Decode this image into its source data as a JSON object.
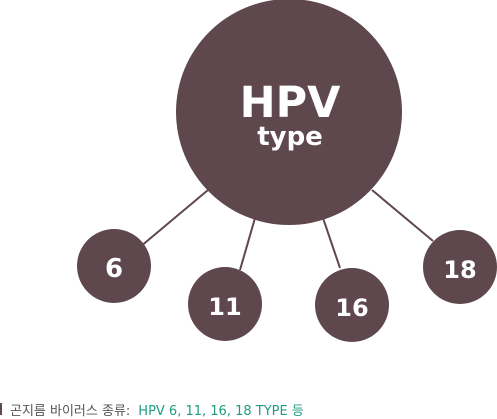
{
  "diagram": {
    "center": {
      "title": "HPV",
      "subtitle": "type"
    },
    "nodes": [
      "6",
      "11",
      "16",
      "18"
    ],
    "colors": {
      "node_fill": "#5e474d",
      "connector": "#5e474d",
      "label_text": "#ffffff",
      "caption_value": "#1e9c80",
      "caption_label": "#555555"
    }
  },
  "caption": {
    "label": "곤지름 바이러스 종류:",
    "value": "HPV 6, 11, 16, 18 TYPE 등"
  }
}
